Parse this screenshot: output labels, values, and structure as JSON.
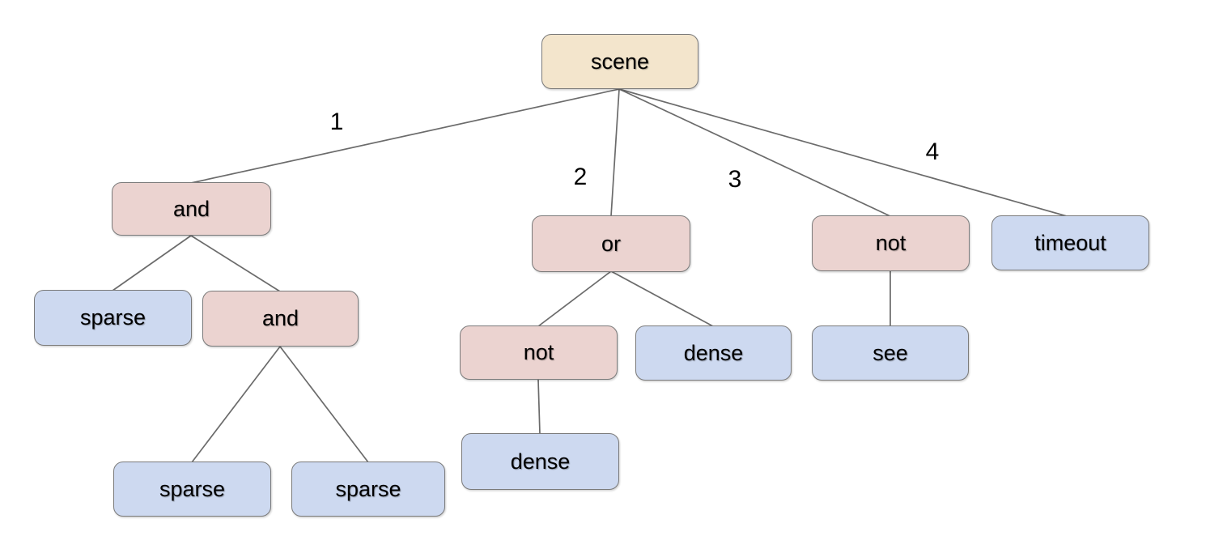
{
  "tree": {
    "label": "scene",
    "kind": "root",
    "children": [
      {
        "edge_label": "1",
        "label": "and",
        "kind": "operator",
        "children": [
          {
            "label": "sparse",
            "kind": "leaf"
          },
          {
            "label": "and",
            "kind": "operator",
            "children": [
              {
                "label": "sparse",
                "kind": "leaf"
              },
              {
                "label": "sparse",
                "kind": "leaf"
              }
            ]
          }
        ]
      },
      {
        "edge_label": "2",
        "label": "or",
        "kind": "operator",
        "children": [
          {
            "label": "not",
            "kind": "operator",
            "children": [
              {
                "label": "dense",
                "kind": "leaf"
              }
            ]
          },
          {
            "label": "dense",
            "kind": "leaf"
          }
        ]
      },
      {
        "edge_label": "3",
        "label": "not",
        "kind": "operator",
        "children": [
          {
            "label": "see",
            "kind": "leaf"
          }
        ]
      },
      {
        "edge_label": "4",
        "label": "timeout",
        "kind": "leaf",
        "children": []
      }
    ]
  },
  "colors": {
    "root-fill": "#f3e5cc",
    "operator-fill": "#ebd3d0",
    "leaf-fill": "#cdd9f0",
    "node-border": "#7a7a7a",
    "edge-line": "#6b6b6b",
    "text": "#000000"
  }
}
